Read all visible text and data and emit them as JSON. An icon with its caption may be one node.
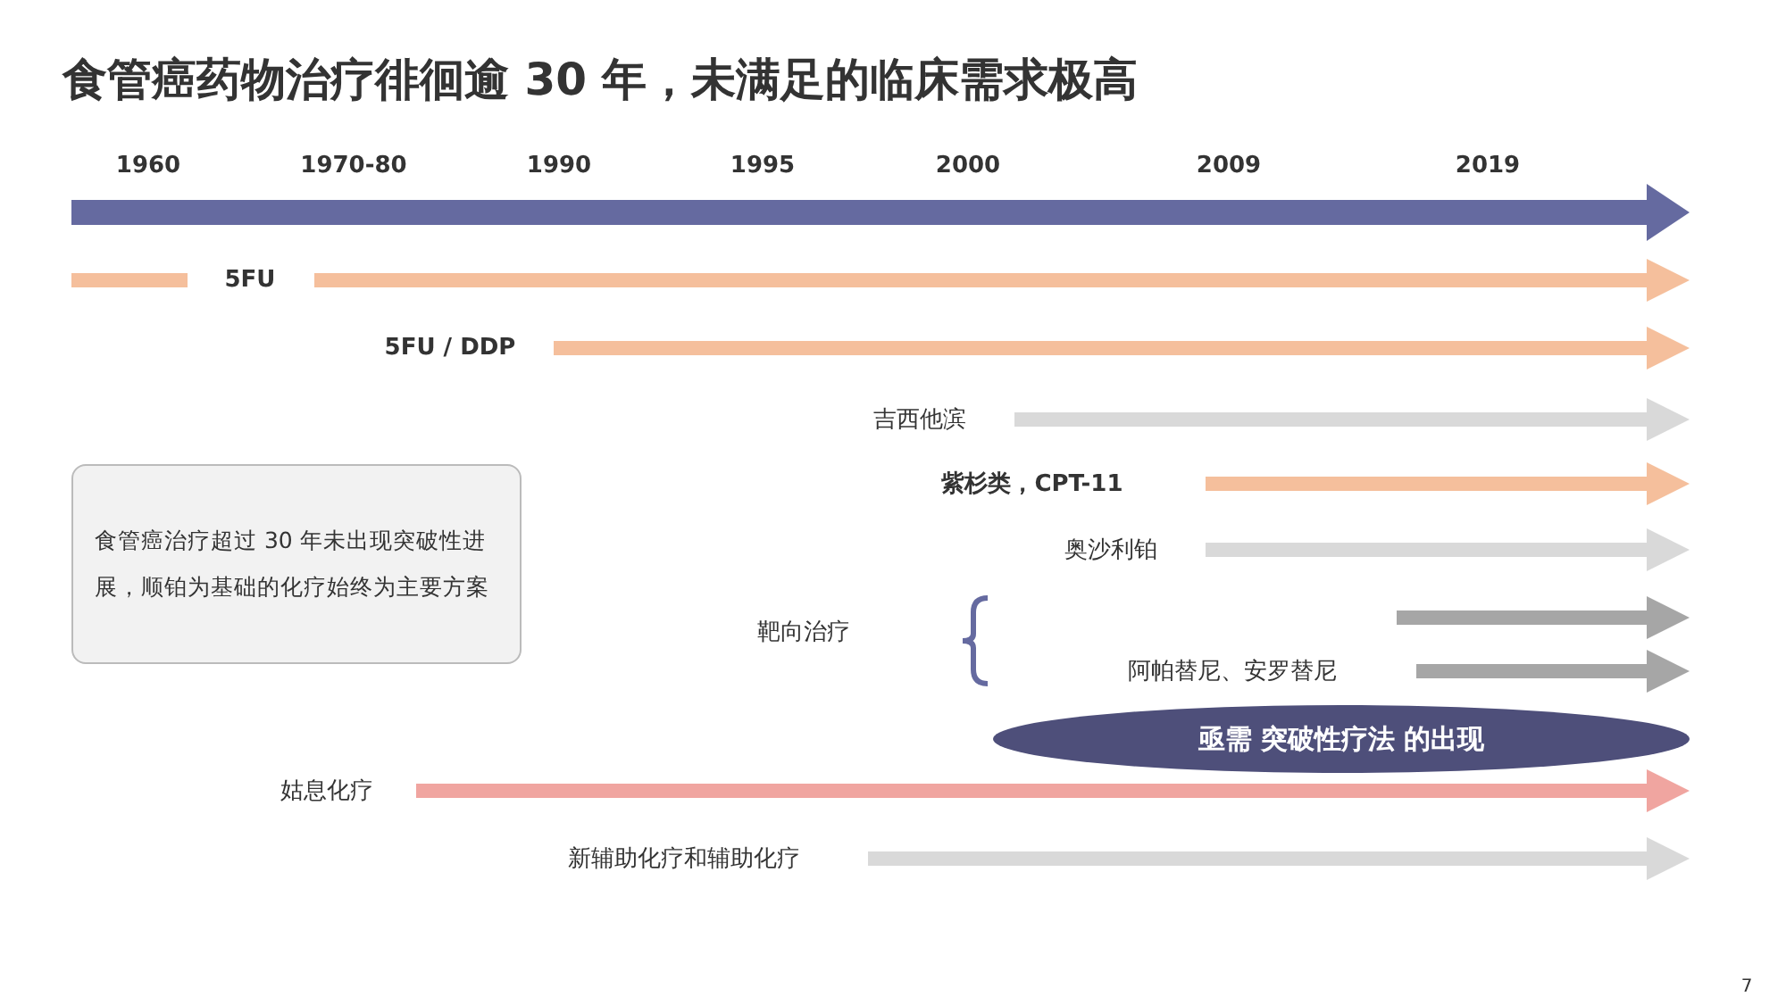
{
  "diagram": {
    "title": "食管癌药物治疗徘徊逾 30 年，未满足的临床需求极高",
    "nodes": [
      {
        "text": [
          "食管癌治疗超过 30 年未出现突破性进展，顺铂为基础的化疗始终为主要方案"
        ]
      },
      {
        "text": [
          "亟需 突破性疗法 的出现"
        ]
      }
    ],
    "edges": [],
    "labels": [
      "1960",
      "1970-80",
      "1990",
      "1995",
      "2000",
      "2009",
      "2019",
      "5FU",
      "5FU / DDP",
      "吉西他滨",
      "紫杉类，CPT-11",
      "奥沙利铂",
      "靶向治疗",
      "阿帕替尼、安罗替尼",
      "姑息化疗",
      "新辅助化疗和辅助化疗",
      "7"
    ]
  }
}
